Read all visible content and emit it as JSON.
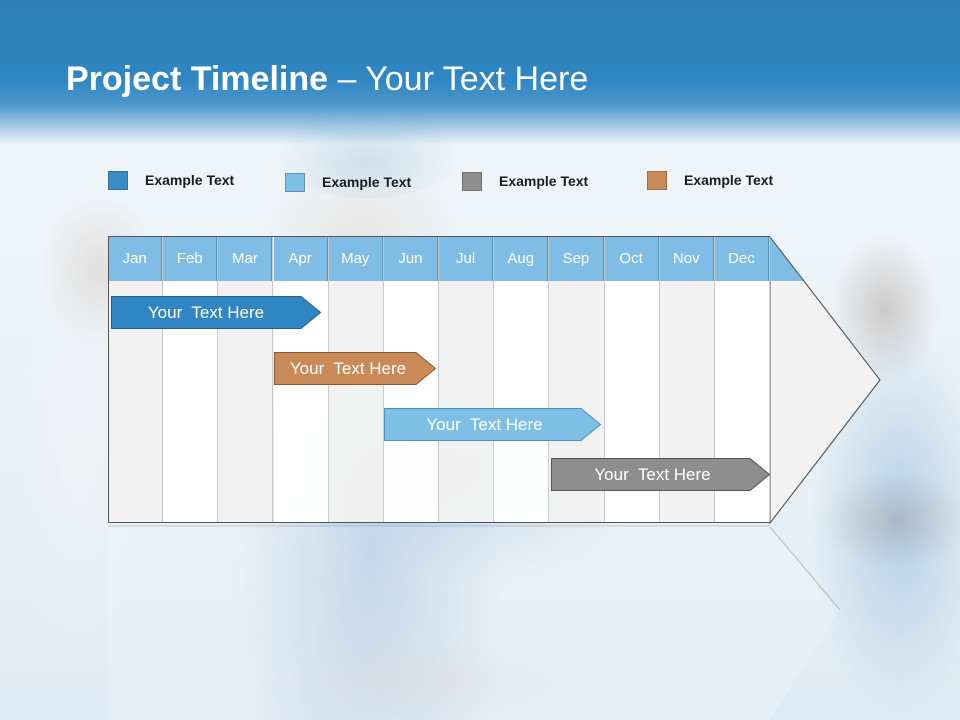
{
  "title": {
    "bold": "Project Timeline",
    "rest": " – Your Text Here"
  },
  "legend": [
    {
      "label": "Example Text",
      "color": "#3a8cc6"
    },
    {
      "label": "Example Text",
      "color": "#7ebfe6"
    },
    {
      "label": "Example Text",
      "color": "#8e8e8e"
    },
    {
      "label": "Example Text",
      "color": "#c98a57"
    }
  ],
  "months": [
    "Jan",
    "Feb",
    "Mar",
    "Apr",
    "May",
    "Jun",
    "Jul",
    "Aug",
    "Sep",
    "Oct",
    "Nov",
    "Dec"
  ],
  "tasks": [
    {
      "label": "Your  Text Here",
      "color": "#2f86c2"
    },
    {
      "label": "Your  Text Here",
      "color": "#c98a57"
    },
    {
      "label": "Your  Text Here",
      "color": "#7ebfe6"
    },
    {
      "label": "Your  Text Here",
      "color": "#8e8e8e"
    }
  ],
  "colors": {
    "header": "#2f86c2",
    "month_header": "#7fbde6"
  }
}
